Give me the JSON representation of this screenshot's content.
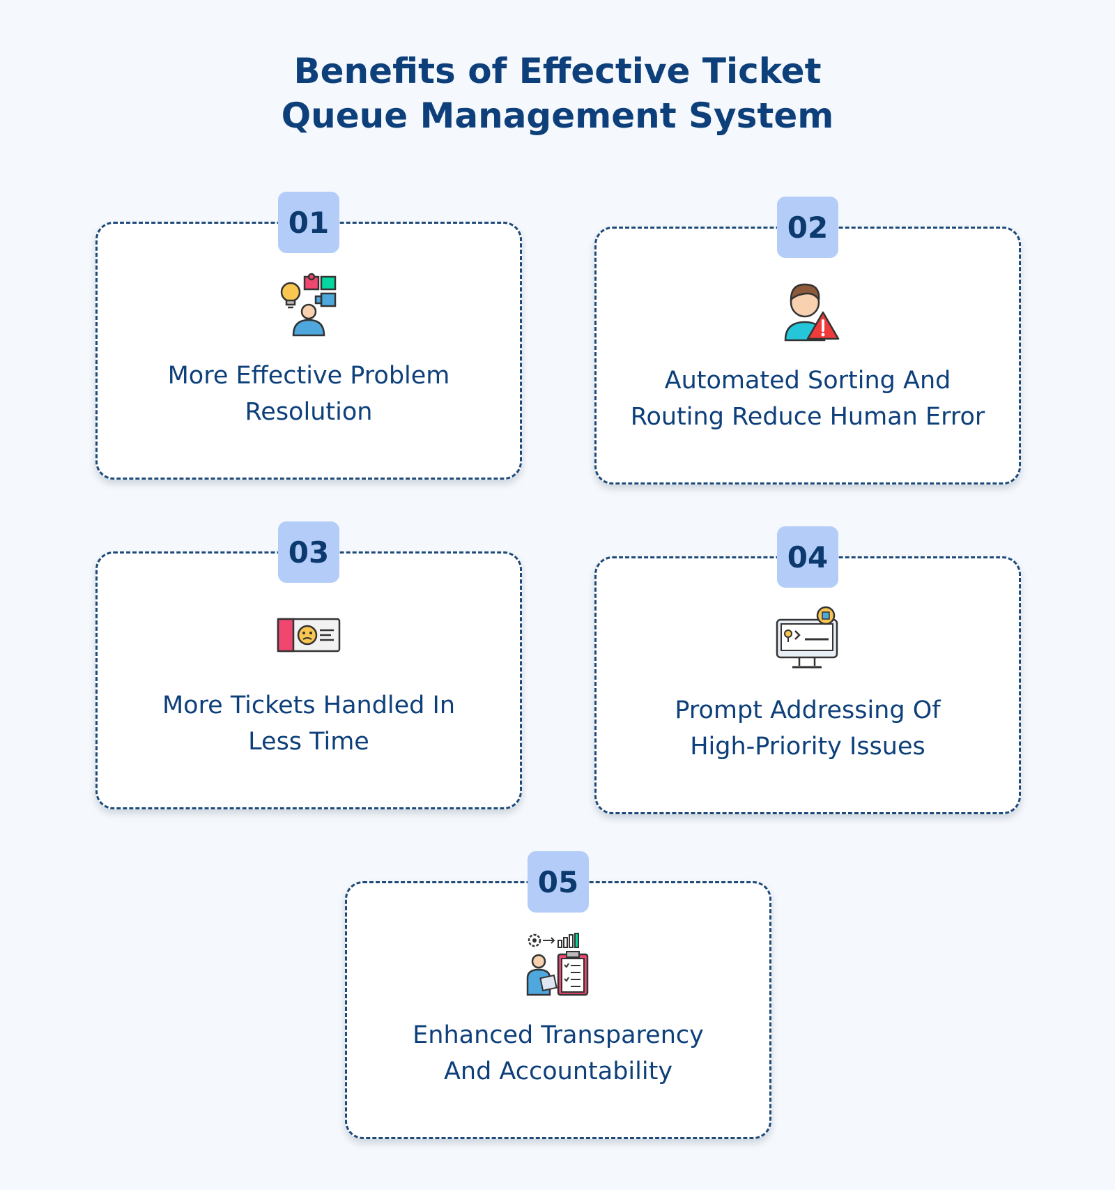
{
  "title": {
    "line1": "Benefits of Effective Ticket",
    "line2": "Queue Management System"
  },
  "cards": [
    {
      "number": "01",
      "icon": "problem-solving-icon",
      "line1": "More Effective Problem",
      "line2": "Resolution"
    },
    {
      "number": "02",
      "icon": "human-error-icon",
      "line1": "Automated Sorting And",
      "line2": "Routing Reduce Human Error"
    },
    {
      "number": "03",
      "icon": "ticket-icon",
      "line1": "More Tickets Handled In",
      "line2": "Less Time"
    },
    {
      "number": "04",
      "icon": "computer-priority-icon",
      "line1": "Prompt Addressing Of",
      "line2": "High-Priority Issues"
    },
    {
      "number": "05",
      "icon": "accountability-checklist-icon",
      "line1": "Enhanced Transparency",
      "line2": "And Accountability"
    }
  ],
  "colors": {
    "background": "#f5f8fc",
    "heading": "#0d3f7a",
    "border": "#1d4a78",
    "badge": "#b4ccf8"
  }
}
